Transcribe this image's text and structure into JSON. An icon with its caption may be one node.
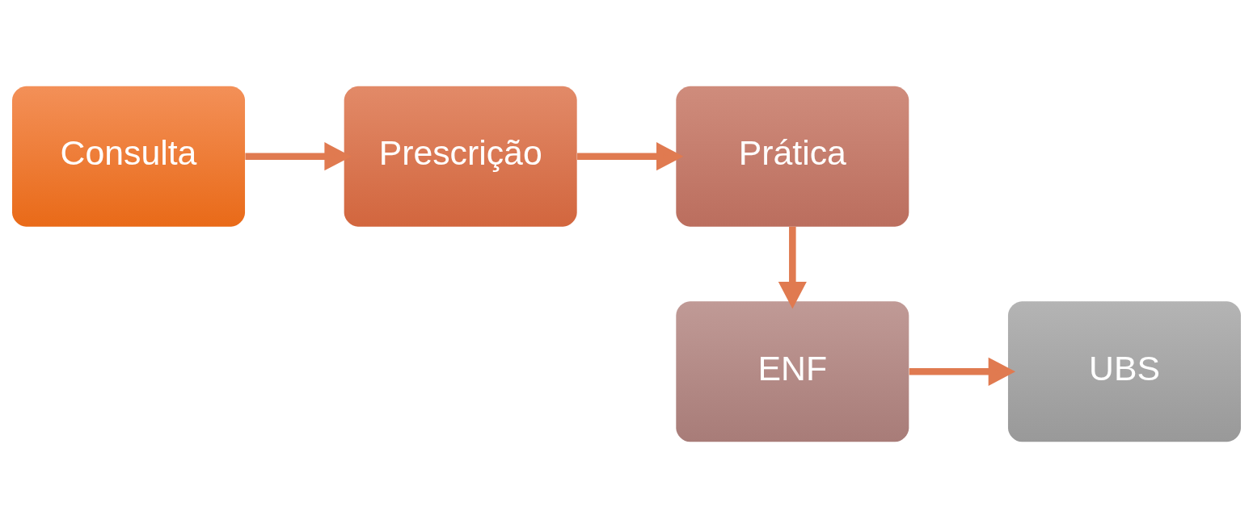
{
  "diagram": {
    "nodes": [
      {
        "text": [
          "Consulta"
        ]
      },
      {
        "text": [
          "Prescrição"
        ]
      },
      {
        "text": [
          "Prática"
        ]
      },
      {
        "text": [
          "ENF"
        ]
      },
      {
        "text": [
          "UBS"
        ]
      }
    ],
    "edges": [
      {
        "from": 0,
        "to": 1,
        "arrow": "to"
      },
      {
        "from": 1,
        "to": 2,
        "arrow": "to"
      },
      {
        "from": 2,
        "to": 3,
        "arrow": "to"
      },
      {
        "from": 3,
        "to": 4,
        "arrow": "to"
      }
    ]
  }
}
